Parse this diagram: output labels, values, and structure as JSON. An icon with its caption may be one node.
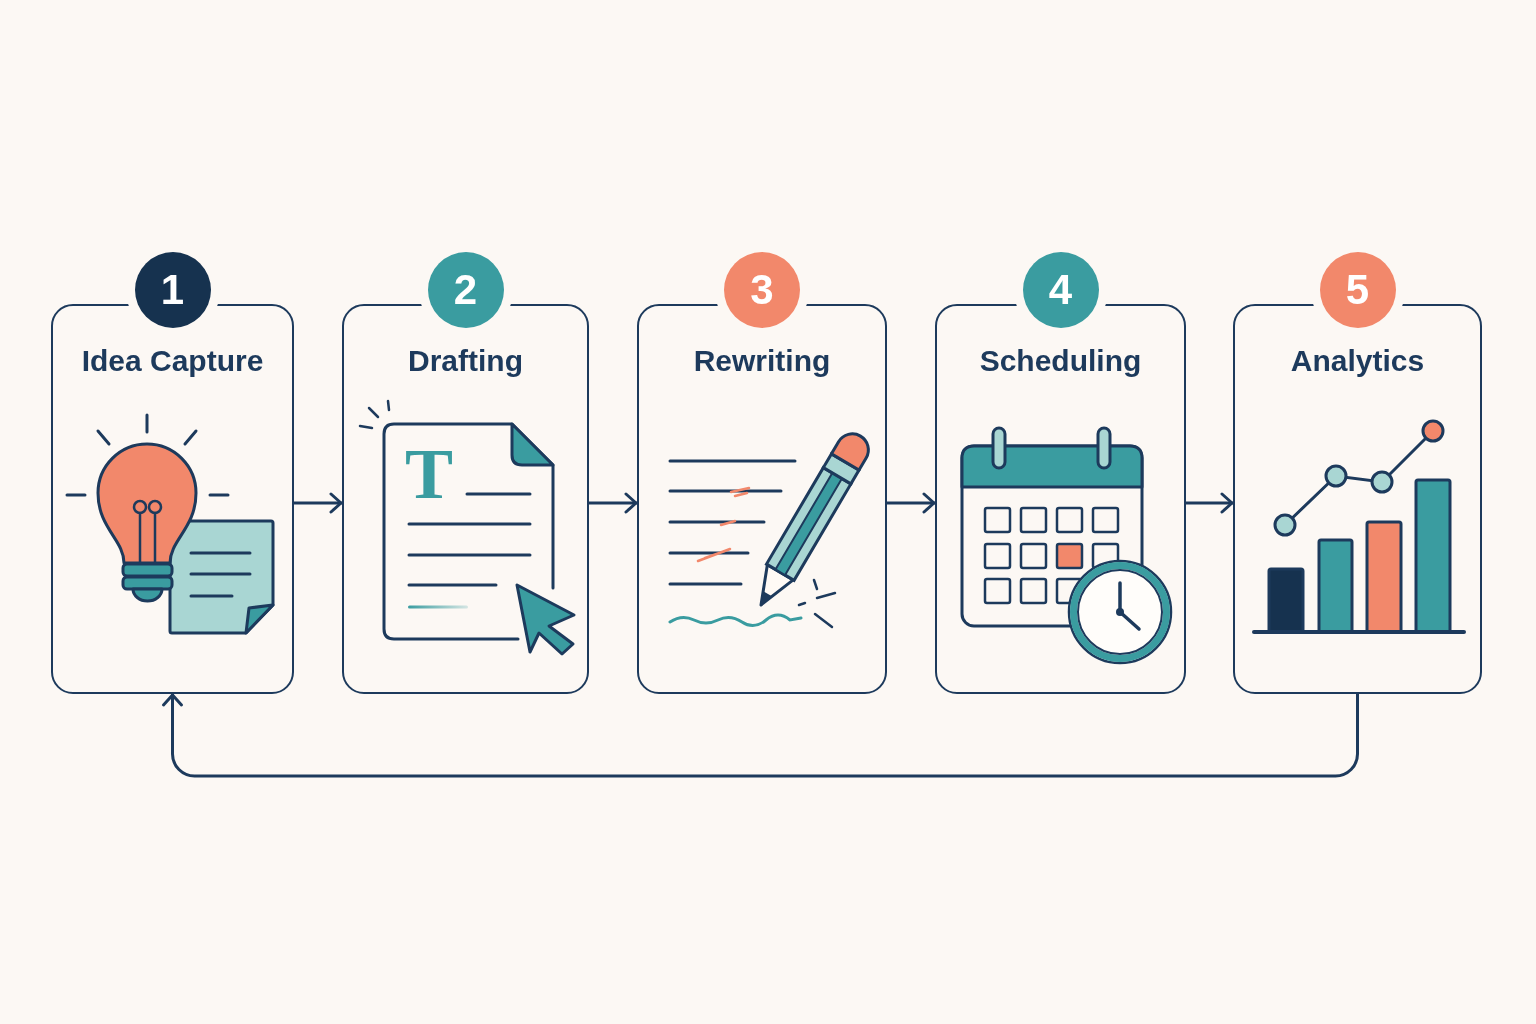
{
  "diagram": {
    "nodes": [
      {
        "text": [
          "1",
          "Idea Capture"
        ]
      },
      {
        "text": [
          "2",
          "Drafting"
        ]
      },
      {
        "text": [
          "3",
          "Rewriting"
        ]
      },
      {
        "text": [
          "4",
          "Scheduling"
        ]
      },
      {
        "text": [
          "5",
          "Analytics"
        ]
      }
    ],
    "edges": [
      {
        "from": 0,
        "to": 1,
        "arrow": "to"
      },
      {
        "from": 1,
        "to": 2,
        "arrow": "to"
      },
      {
        "from": 2,
        "to": 3,
        "arrow": "to"
      },
      {
        "from": 3,
        "to": 4,
        "arrow": "to"
      },
      {
        "from": 4,
        "to": 0,
        "arrow": "to"
      }
    ],
    "labels": [
      "T"
    ]
  }
}
